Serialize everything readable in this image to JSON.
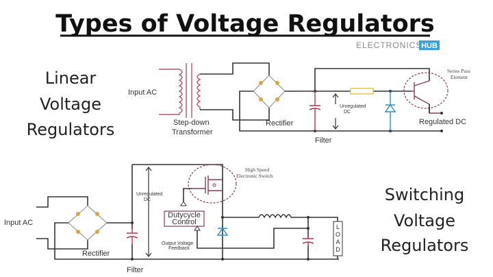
{
  "title": "Types of Voltage Regulators",
  "logo": {
    "text": "ELECTRONICS",
    "badge": "HUB",
    "badge_color": "#3aa0d8"
  },
  "linear": {
    "heading": [
      "Linear",
      "Voltage",
      "Regulators"
    ],
    "labels": {
      "input": "Input AC",
      "transformer_1": "Step-down",
      "transformer_2": "Transformer",
      "rectifier": "Rectifier",
      "filter": "Filter",
      "unreg_1": "Unregulated",
      "unreg_2": "DC",
      "series_1": "Series Pass",
      "series_2": "Element",
      "regulated": "Regulated DC"
    }
  },
  "switching": {
    "heading": [
      "Switching",
      "Voltage",
      "Regulators"
    ],
    "labels": {
      "input": "Input AC",
      "rectifier": "Rectifier",
      "filter": "Filter",
      "unreg_1": "Unregulated",
      "unreg_2": "DC",
      "switch_1": "High Speed",
      "switch_2": "Electronic Switch",
      "duty_1": "Dutycycle",
      "duty_2": "Control",
      "feedback_1": "Output Voltage",
      "feedback_2": "Feedback",
      "load": [
        "L",
        "O",
        "A",
        "D"
      ]
    }
  },
  "colors": {
    "coil": "#c0506a",
    "diode": "#d9a640",
    "zener": "#2a8fc8",
    "cap": "#c0304a",
    "resistor": "#e8c850",
    "dashed": "#8a3a5a"
  }
}
